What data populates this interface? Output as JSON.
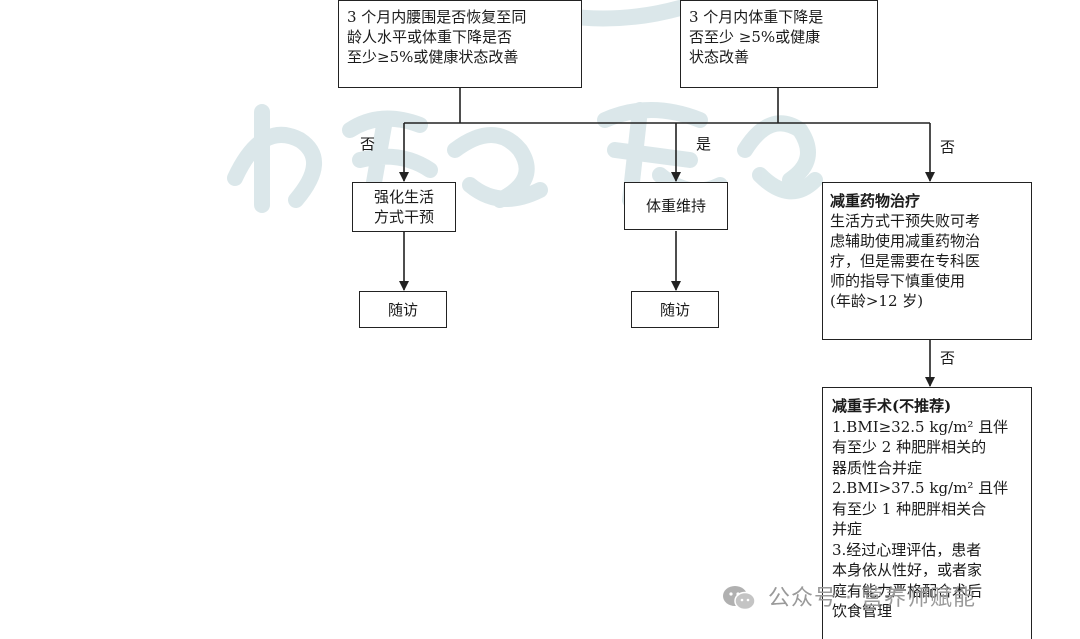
{
  "boxes": {
    "waist_check": {
      "lines": [
        "3 个月内腰围是否恢复至同",
        "龄人水平或体重下降是否",
        "至少≥5%或健康状态改善"
      ]
    },
    "weight_check": {
      "lines": [
        "3 个月内体重下降是",
        "否至少 ≥5%或健康",
        "状态改善"
      ]
    },
    "lifestyle": {
      "lines": [
        "强化生活",
        "方式干预"
      ]
    },
    "maintain": {
      "lines": [
        "体重维持"
      ]
    },
    "followup_1": {
      "lines": [
        "随访"
      ]
    },
    "followup_2": {
      "lines": [
        "随访"
      ]
    },
    "drug": {
      "title": "减重药物治疗",
      "lines": [
        "生活方式干预失败可考",
        "虑辅助使用减重药物治",
        "疗，但是需要在专科医",
        "师的指导下慎重使用",
        "(年龄>12 岁)"
      ]
    },
    "surgery": {
      "title": "减重手术(不推荐)",
      "lines": [
        "1.BMI≥32.5 kg/m² 且伴",
        "有至少 2 种肥胖相关的",
        "器质性合并症",
        "2.BMI>37.5 kg/m² 且伴",
        "有至少 1 种肥胖相关合",
        "并症",
        "3.经过心理评估，患者",
        "本身依从性好，或者家",
        "庭有能力严格配合术后",
        "饮食管理"
      ]
    }
  },
  "labels": {
    "no_left": "否",
    "yes_middle": "是",
    "no_right": "否",
    "no_down": "否"
  },
  "watermark": {
    "text": "公众号 · 营养师赋能"
  }
}
